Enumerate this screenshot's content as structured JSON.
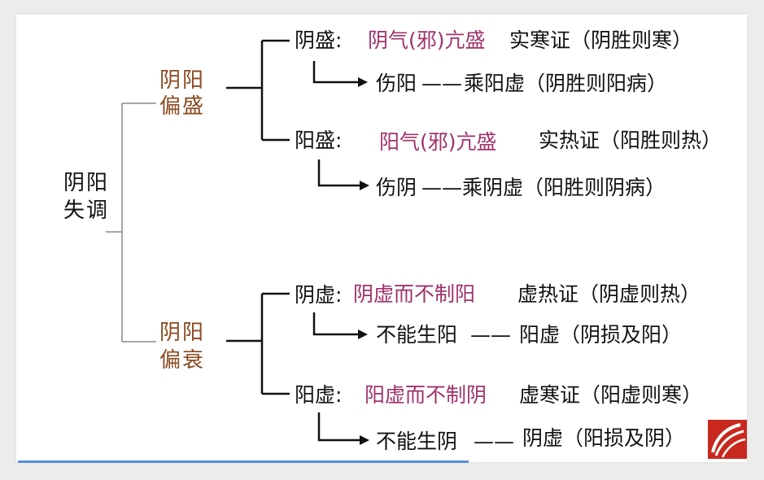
{
  "root": {
    "line1": "阴阳",
    "line2": "失调"
  },
  "branches": [
    {
      "title_line1": "阴阳",
      "title_line2": "偏盛",
      "items": [
        {
          "label": "阴盛:",
          "cause": "阴气(邪)亢盛",
          "result": "实寒证（阴胜则寒）",
          "sub_a": "伤阳",
          "dash": "——",
          "sub_b": "乘阳虚（阴胜则阳病）"
        },
        {
          "label": "阳盛:",
          "cause": "阳气(邪)亢盛",
          "result": "实热证（阳胜则热）",
          "sub_a": "伤阴",
          "dash": "——",
          "sub_b": "乘阴虚（阳胜则阴病）"
        }
      ]
    },
    {
      "title_line1": "阴阳",
      "title_line2": "偏衰",
      "items": [
        {
          "label": "阴虚:",
          "cause": "阴虚而不制阳",
          "result": "虚热证（阴虚则热）",
          "sub_a": "不能生阳",
          "dash": "——",
          "sub_b": "阳虚（阴损及阳）"
        },
        {
          "label": "阳虚:",
          "cause": "阳虚而不制阴",
          "result": "虚寒证（阳虚则寒）",
          "sub_a": "不能生阴",
          "dash": "——",
          "sub_b": "阴虚（阳损及阴）"
        }
      ]
    }
  ],
  "colors": {
    "accent_pink": "#a0326a",
    "accent_brown": "#8a4a1f",
    "logo_red": "#c8281e"
  },
  "logo_icon": "chaoxing-logo-icon"
}
